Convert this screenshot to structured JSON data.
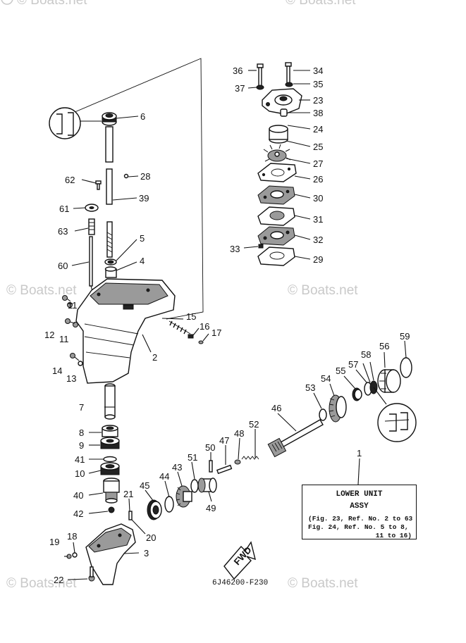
{
  "watermarks": [
    "© Boats.net",
    "© Boats.net",
    "© Boats.net",
    "© Boats.net",
    "© Boats.net"
  ],
  "callouts": [
    "36",
    "34",
    "37",
    "35",
    "23",
    "38",
    "24",
    "25",
    "27",
    "26",
    "30",
    "31",
    "32",
    "33",
    "29",
    "6",
    "62",
    "28",
    "39",
    "61",
    "63",
    "5",
    "4",
    "60",
    "11",
    "12",
    "11",
    "15",
    "16",
    "17",
    "2",
    "14",
    "13",
    "7",
    "8",
    "9",
    "41",
    "10",
    "40",
    "42",
    "21",
    "20",
    "19",
    "18",
    "3",
    "22",
    "45",
    "44",
    "43",
    "51",
    "49",
    "50",
    "47",
    "48",
    "52",
    "46",
    "53",
    "54",
    "55",
    "57",
    "58",
    "56",
    "59",
    "1"
  ],
  "info_box": {
    "title": "LOWER UNIT",
    "subtitle": "ASSY",
    "line1": "(Fig. 23, Ref. No. 2 to 63",
    "line2": "Fig. 24, Ref. No. 5 to 8,",
    "line3": "11 to 16)"
  },
  "direction_label": "FWD",
  "figure_code": "6J46200-F230"
}
